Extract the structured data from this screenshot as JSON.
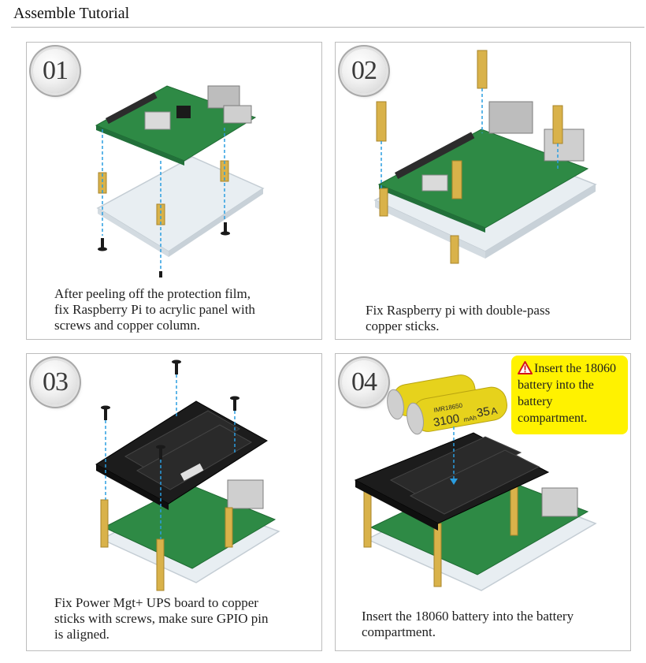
{
  "page": {
    "title": "Assemble Tutorial"
  },
  "steps": [
    {
      "number": "01",
      "caption": "After peeling off the protection film,\nfix Raspberry Pi to acrylic panel with\nscrews and copper column."
    },
    {
      "number": "02",
      "caption": "Fix Raspberry pi with double-pass\ncopper sticks."
    },
    {
      "number": "03",
      "caption": "Fix Power Mgt+ UPS board to copper\nsticks with screws, make sure GPIO pin\nis aligned."
    },
    {
      "number": "04",
      "caption": "Insert the 18060 battery into the battery\ncompartment.",
      "callout": "Insert the 18060 battery into the battery compartment.",
      "battery_labels": [
        "3100",
        "mAh",
        "35",
        "A",
        "IMR18650"
      ]
    }
  ],
  "colors": {
    "board_green": "#2e8a45",
    "ups_black": "#1c1c1c",
    "brass": "#d9b24a",
    "acrylic": "#e8eef2",
    "battery_yellow": "#e6d21c",
    "callout_yellow": "#fff200",
    "guide_arrow": "#2a9de0",
    "warning_red": "#d4141c"
  },
  "icons": [
    "warning-icon"
  ]
}
